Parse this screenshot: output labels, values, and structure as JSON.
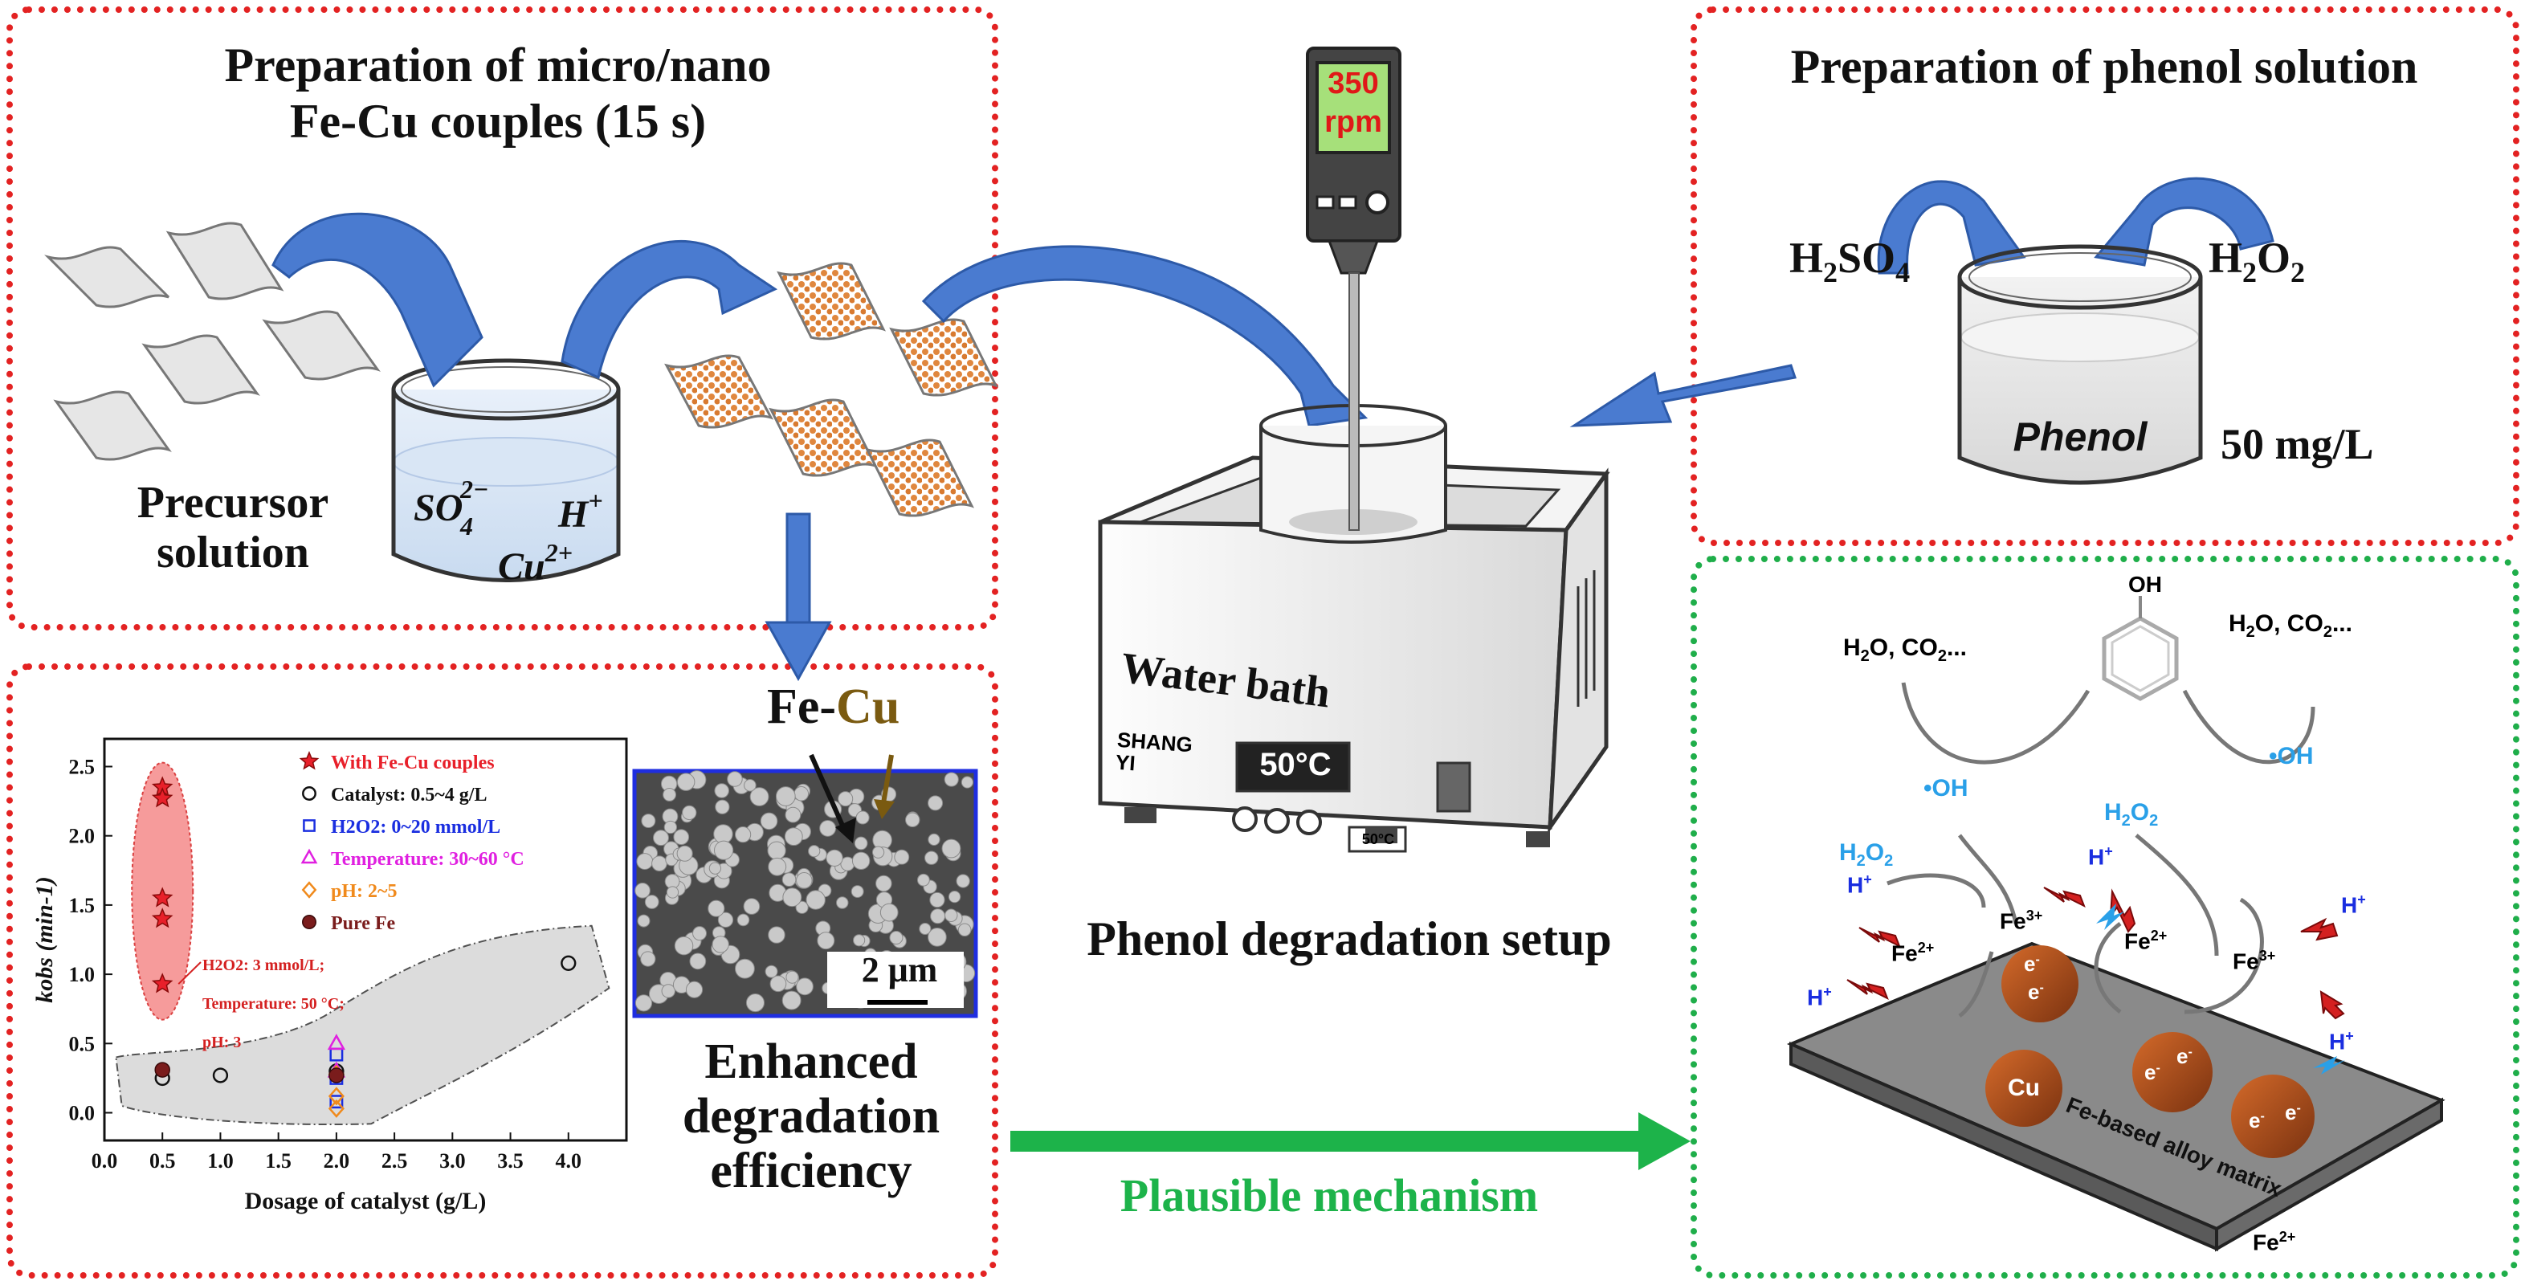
{
  "panels": {
    "fecu": {
      "title_line1": "Preparation of micro/nano",
      "title_line2": "Fe-Cu couples  (15 s)",
      "precursor_line1": "Precursor",
      "precursor_line2": "solution",
      "ion_so4": "SO",
      "ion_so4_sub": "4",
      "ion_so4_sup": "2−",
      "ion_h": "H",
      "ion_h_sup": "+",
      "ion_cu": "Cu",
      "ion_cu_sup": "2+"
    },
    "phenol": {
      "title": "Preparation of phenol solution",
      "h2so4": "H2SO4",
      "h2o2": "H2O2",
      "beaker_label": "Phenol",
      "concentration": "50 mg/L"
    },
    "setup": {
      "rpm_value": "350",
      "rpm_unit": "rpm",
      "water_bath": "Water bath",
      "brand_line1": "SHANG",
      "brand_line2": "YI",
      "temp_display": "50°C",
      "temp_small": "50°C",
      "label": "Phenol degradation setup"
    },
    "results": {
      "fe_label": "Fe-",
      "cu_label": "Cu",
      "scale_bar": "2 μm",
      "enhanced_line1": "Enhanced",
      "enhanced_line2": "degradation",
      "enhanced_line3": "efficiency"
    },
    "arrow_label": "Plausible mechanism",
    "mechanism": {
      "oh_group": "OH",
      "products_left": "H2O, CO2...",
      "products_right": "H2O, CO2...",
      "radical_left": "•OH",
      "radical_right": "•OH",
      "h2o2_left": "H2O2",
      "h2o2_right": "H2O2",
      "h_plus": "H+",
      "fe3_left": "Fe3+",
      "fe2_left": "Fe2+",
      "fe2_mid": "Fe2+",
      "fe3_right": "Fe3+",
      "fe2_bottom": "Fe2+",
      "electron": "e-",
      "cu": "Cu",
      "matrix": "Fe-based alloy matrix"
    }
  },
  "chart_data": {
    "type": "scatter",
    "xlabel": "Dosage of catalyst (g/L)",
    "ylabel": "kobs (min-1)",
    "xlim": [
      0.0,
      4.5
    ],
    "ylim": [
      -0.2,
      2.7
    ],
    "xticks": [
      "0.0",
      "0.5",
      "1.0",
      "1.5",
      "2.0",
      "2.5",
      "3.0",
      "3.5",
      "4.0"
    ],
    "yticks": [
      "0.0",
      "0.5",
      "1.0",
      "1.5",
      "2.0",
      "2.5"
    ],
    "legend": [
      {
        "label": "With Fe-Cu couples",
        "marker": "star",
        "color": "#e8202a"
      },
      {
        "label": "Catalyst: 0.5~4 g/L",
        "marker": "circle",
        "color": "#111111"
      },
      {
        "label": "H2O2: 0~20 mmol/L",
        "marker": "square",
        "color": "#1a2ee0"
      },
      {
        "label": "Temperature: 30~60 °C",
        "marker": "triangle",
        "color": "#e020e0"
      },
      {
        "label": "pH: 2~5",
        "marker": "diamond",
        "color": "#f08a1c"
      },
      {
        "label": "Pure Fe",
        "marker": "circle-filled",
        "color": "#7a1c1c"
      }
    ],
    "series": [
      {
        "name": "With Fe-Cu couples",
        "x": [
          0.5,
          0.5,
          0.5,
          0.5,
          0.5
        ],
        "y": [
          2.35,
          2.27,
          1.55,
          1.4,
          0.93
        ]
      },
      {
        "name": "Catalyst: 0.5~4 g/L",
        "x": [
          0.5,
          1.0,
          2.0,
          4.0
        ],
        "y": [
          0.25,
          0.27,
          0.3,
          1.08
        ]
      },
      {
        "name": "H2O2: 0~20 mmol/L",
        "x": [
          2.0,
          2.0,
          2.0
        ],
        "y": [
          0.42,
          0.25,
          0.08
        ]
      },
      {
        "name": "Temperature: 30~60 °C",
        "x": [
          2.0,
          2.0
        ],
        "y": [
          0.5,
          0.3
        ]
      },
      {
        "name": "pH: 2~5",
        "x": [
          2.0,
          2.0,
          2.0
        ],
        "y": [
          0.28,
          0.12,
          0.03
        ]
      },
      {
        "name": "Pure Fe",
        "x": [
          0.5,
          2.0
        ],
        "y": [
          0.31,
          0.27
        ]
      }
    ],
    "annotation_line1": "H2O2: 3 mmol/L;",
    "annotation_line2": "Temperature: 50 °C;",
    "annotation_line3": "pH: 3"
  }
}
